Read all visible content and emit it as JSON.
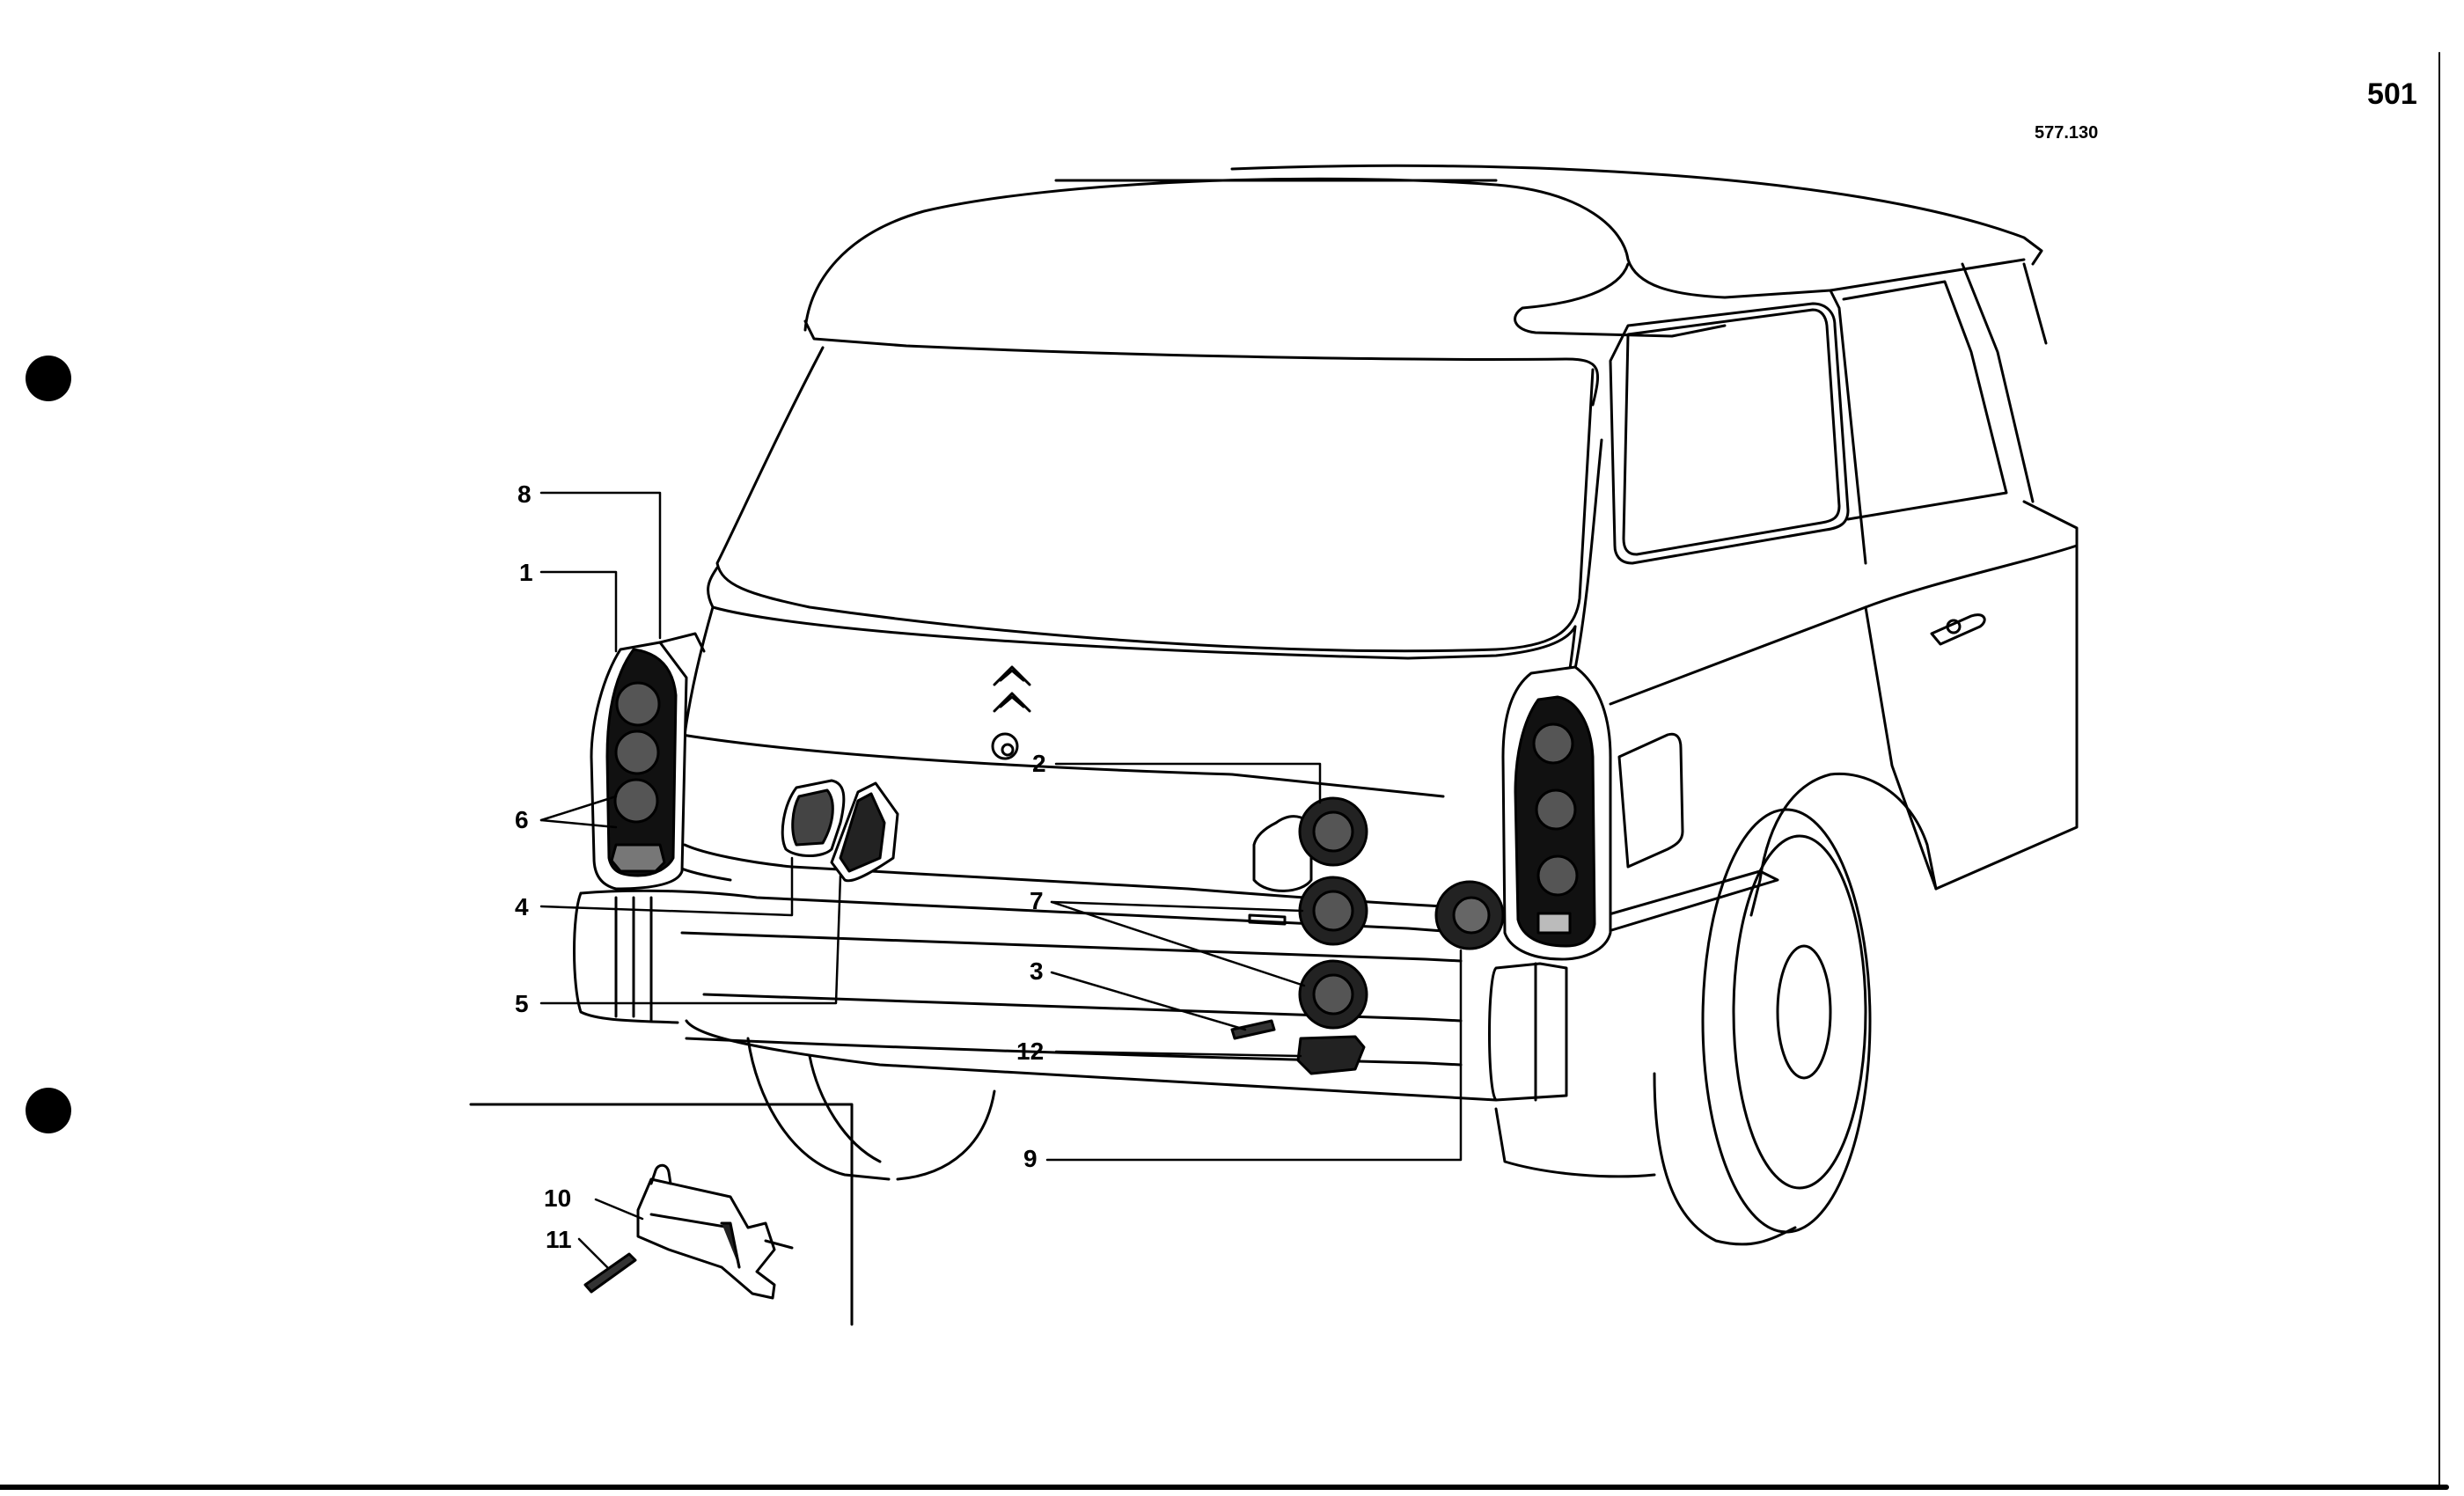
{
  "page_number": "501",
  "reference_code": "577.130",
  "callouts": {
    "c1": "1",
    "c2": "2",
    "c3": "3",
    "c4": "4",
    "c5": "5",
    "c6": "6",
    "c7": "7",
    "c8": "8",
    "c9": "9",
    "c10": "10",
    "c11": "11",
    "c12": "12"
  },
  "icons": {
    "binder_hole": "filled-circle",
    "emblem": "double-chevron"
  }
}
